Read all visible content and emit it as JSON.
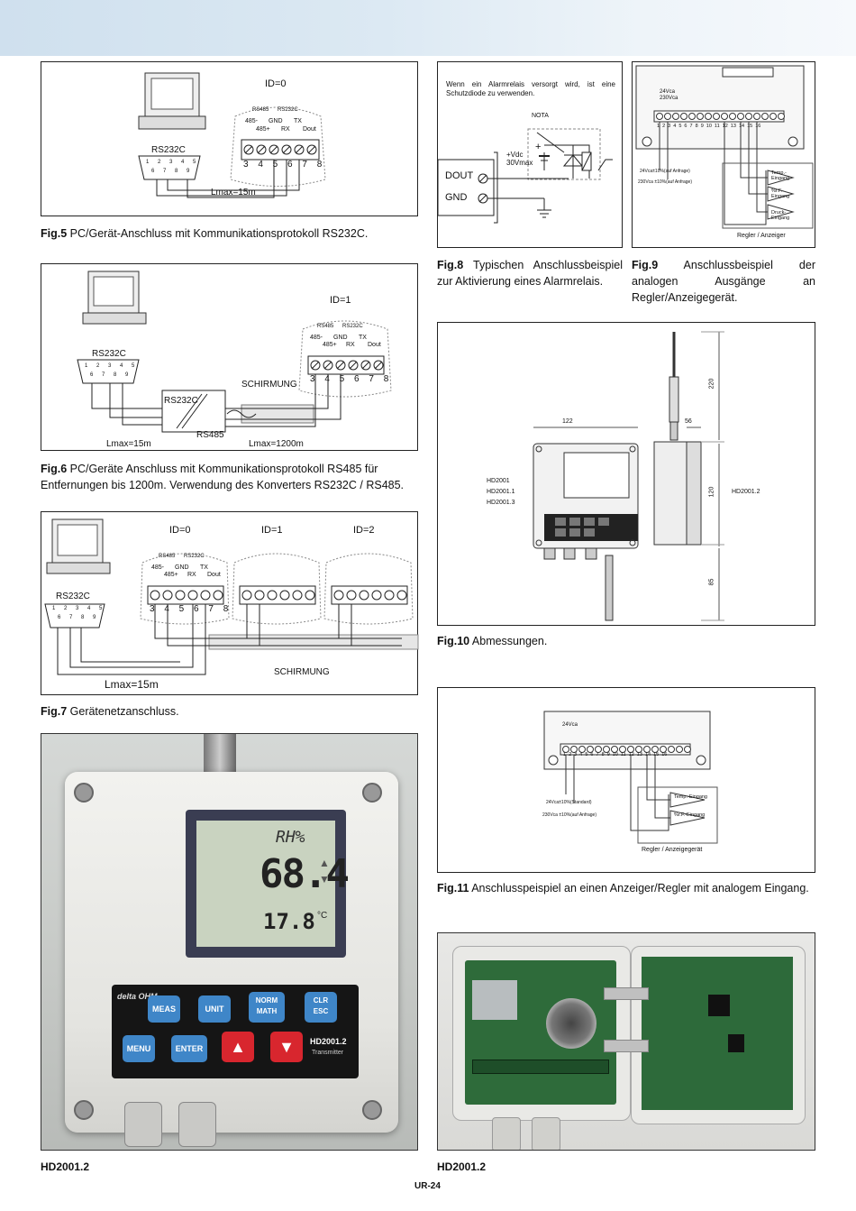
{
  "fig5": {
    "id": "ID=0",
    "rs485": "RS485",
    "rs232c": "RS232C",
    "t485m": "485-",
    "t485p": "485+",
    "gnd": "GND",
    "rx": "RX",
    "tx": "TX",
    "dout": "Dout",
    "pins": "3 4 5 6 7 8",
    "pc_label": "RS232C",
    "db9_top": "1 2 3 4 5",
    "db9_bot": "6 7 8 9",
    "lmax": "Lmax=15m",
    "caption_num": "Fig.5",
    "caption": " PC/Gerät-Anschluss mit Kommunikationsprotokoll RS232C."
  },
  "fig8": {
    "note": "Wenn ein Alarmrelais versorgt wird, ist eine Schutzdiode zu verwenden.",
    "nota": "NOTA",
    "vdc": "+Vdc",
    "v30": "30Vmax",
    "plus": "+",
    "dout": "DOUT",
    "gnd": "GND",
    "caption_num": "Fig.8",
    "caption": " Typischen Anschlussbeispiel zur Aktivierung eines Alarmrelais."
  },
  "fig9": {
    "supply1": "24Vca±10%(auf Anfrage)",
    "supply2": "230Vca ±10%(auf Anfrage)",
    "temp": "Temp.-Eingang",
    "rh": "%r.F.-Eingang",
    "druck": "Druck-Eingang",
    "regler": "Regler / Anzeiger",
    "term_nums": "1 2 3 4 5 6 7 8 9 10 11 12 13 14 15 16",
    "v24": "24Vca",
    "v230": "230Vca",
    "caption_num": "Fig.9",
    "caption": " Anschlussbeispiel der analogen Ausgänge an Regler/Anzeigegerät."
  },
  "fig6": {
    "id": "ID=1",
    "rs485": "RS485",
    "rs232c": "RS232C",
    "t485m": "485-",
    "t485p": "485+",
    "gnd": "GND",
    "rx": "RX",
    "tx": "TX",
    "dout": "Dout",
    "pins": "3 4 5 6 7 8",
    "pc_label": "RS232C",
    "db9_top": "1 2 3 4 5",
    "db9_bot": "6 7 8 9",
    "schirmung": "SCHIRMUNG",
    "conv_rs232": "RS232C",
    "conv_rs485": "RS485",
    "lmax1": "Lmax=15m",
    "lmax2": "Lmax=1200m",
    "caption_num": "Fig.6",
    "caption": " PC/Geräte Anschluss mit Kommunikationsprotokoll RS485 für Entfernungen bis 1200m. Verwendung des Konverters RS232C / RS485."
  },
  "fig10": {
    "dim122": "122",
    "dim56": "56",
    "dim220": "220",
    "dim120": "120",
    "dim85": "85",
    "model1": "HD2001",
    "model2": "HD2001.1",
    "model3": "HD2001.3",
    "model_side": "HD2001.2",
    "caption_num": "Fig.10",
    "caption": " Abmessungen."
  },
  "fig7": {
    "ids": [
      "ID=0",
      "ID=1",
      "ID=2"
    ],
    "rs485": "RS485",
    "rs232c": "RS232C",
    "t485m": "485-",
    "t485p": "485+",
    "gnd": "GND",
    "rx": "RX",
    "tx": "TX",
    "dout": "Dout",
    "pins": "3 4 5 6 7 8",
    "pc_label": "RS232C",
    "db9_top": "1 2 3 4 5",
    "db9_bot": "6 7 8 9",
    "lmax": "Lmax=15m",
    "schirmung": "SCHIRMUNG",
    "caption_num": "Fig.7",
    "caption": " Gerätenetzanschluss."
  },
  "fig11": {
    "supply1": "24Vca±10%(Standard)",
    "supply2": "230Vca ±10%(auf Anfrage)",
    "temp": "Temp.-Eingang",
    "rh": "%r.F.-Eingang",
    "regler": "Regler / Anzeigegerät",
    "term_nums": "1 2 3 4 5 6 7 8 9 10 11 12 13 14 15 16",
    "caption_num": "Fig.11",
    "caption": " Anschlusspeispiel an einen Anzeiger/Regler mit analogem Eingang."
  },
  "photo_left": {
    "lcd_top": "RH%",
    "lcd_main": "68.4",
    "lcd_temp": "17.8",
    "lcd_unit": "°C",
    "brand": "delta OHM",
    "btn_meas": "MEAS",
    "btn_unit": "UNIT",
    "btn_norm": "NORM",
    "btn_math": "MATH",
    "btn_clr": "CLR",
    "btn_esc": "ESC",
    "btn_menu": "MENU",
    "btn_enter": "ENTER",
    "model": "HD2001.2",
    "model_sub": "Transmitter",
    "label": "HD2001.2"
  },
  "photo_right": {
    "label": "HD2001.2"
  },
  "footer": {
    "page": "UR-24"
  },
  "colors": {
    "header_band": "#d8e6f1",
    "button_blue": "#3f86c8",
    "button_red": "#d8262e",
    "lcd_bg": "#c9d3c0",
    "pcb_green": "#2e6b3a"
  }
}
